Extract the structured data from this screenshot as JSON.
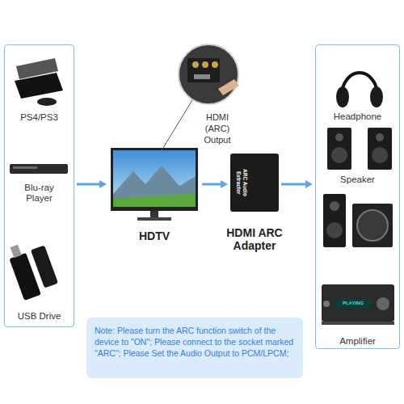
{
  "diagram": {
    "nodes": [
      {
        "text": []
      },
      {
        "text": [
          "PS4/PS3"
        ],
        "in": 0
      },
      {
        "text": [
          "Blu-ray Player"
        ],
        "in": 0
      },
      {
        "text": [
          "USB Drive"
        ],
        "in": 0
      },
      {
        "text": [
          "HDTV"
        ]
      },
      {
        "text": [
          "ARC Audio Extractor",
          "HDMI ARC Adapter"
        ]
      },
      {
        "text": []
      },
      {
        "text": [
          "Headphone"
        ],
        "in": 6
      },
      {
        "text": [
          "Speaker"
        ],
        "in": 6
      },
      {
        "text": [
          "Speaker"
        ],
        "in": 6
      },
      {
        "text": [
          "Amplifier"
        ],
        "in": 6
      },
      {
        "text": [
          "Note: Please turn the ARC function switch of the device to \"ON\"; Please connect to the socket marked \"ARC\"; Please Set the Audio Output to PCM/LPCM;"
        ]
      }
    ],
    "edges": [
      {
        "from": 0,
        "to": 4,
        "arrow": "to"
      },
      {
        "from": 4,
        "to": 5,
        "arrow": "to"
      },
      {
        "from": 5,
        "to": 6,
        "arrow": "to"
      }
    ],
    "labels": [
      "HDMI (ARC) Output",
      "PLAYING"
    ]
  }
}
